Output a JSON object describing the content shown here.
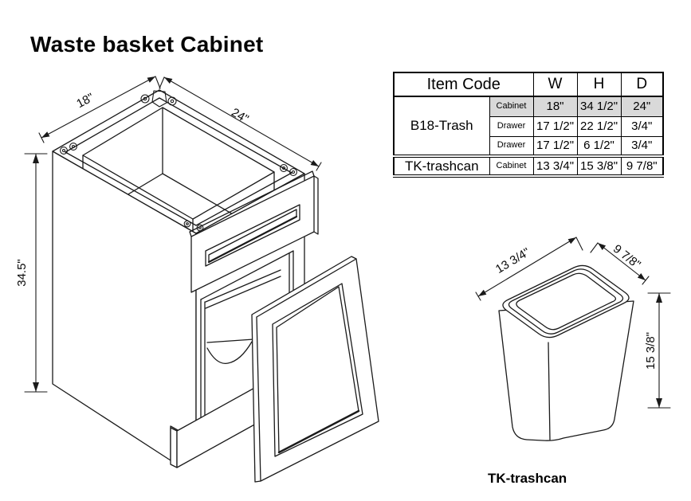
{
  "page": {
    "title": "Waste basket Cabinet"
  },
  "table": {
    "header": {
      "item_code": "Item Code",
      "w": "W",
      "h": "H",
      "d": "D"
    },
    "rows": [
      {
        "item": "B18-Trash",
        "part": "Cabinet",
        "w": "18\"",
        "h": "34 1/2\"",
        "d": "24\"",
        "highlight": true
      },
      {
        "item": "",
        "part": "Drawer",
        "w": "17 1/2\"",
        "h": "22 1/2\"",
        "d": "3/4\"",
        "highlight": false
      },
      {
        "item": "",
        "part": "Drawer",
        "w": "17 1/2\"",
        "h": "6 1/2\"",
        "d": "3/4\"",
        "highlight": false
      },
      {
        "item": "TK-trashcan",
        "part": "Cabinet",
        "w": "13 3/4\"",
        "h": "15 3/8\"",
        "d": "9 7/8\"",
        "highlight": false
      }
    ],
    "highlight_color": "#d9d9d9"
  },
  "cabinet_drawing": {
    "width_label": "18\"",
    "depth_label": "24\"",
    "height_label": "34.5\""
  },
  "trashcan_drawing": {
    "width_label": "13 3/4\"",
    "depth_label": "9 7/8\"",
    "height_label": "15 3/8\"",
    "caption": "TK-trashcan"
  },
  "colors": {
    "line": "#1a1a1a",
    "highlight": "#d9d9d9",
    "background": "#ffffff"
  }
}
